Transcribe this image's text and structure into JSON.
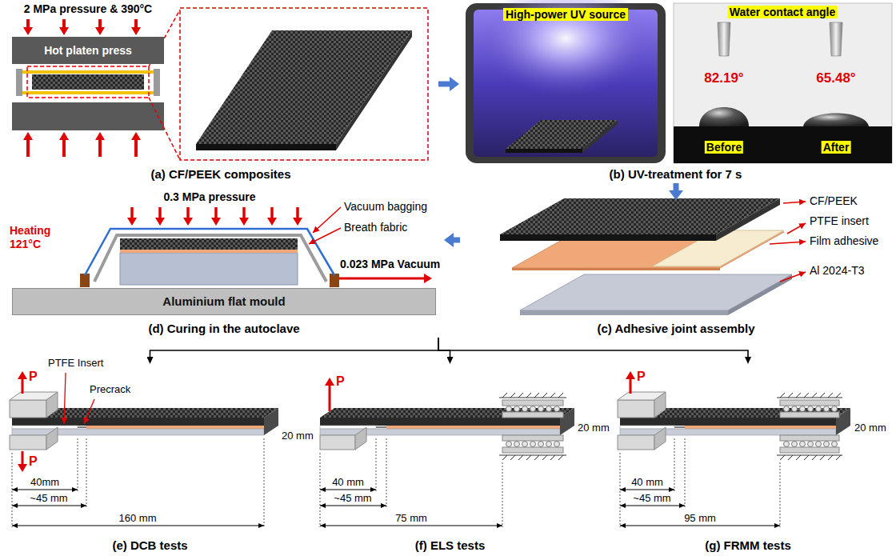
{
  "diagram": {
    "nodes": [
      {
        "text": [
          "(a) CF/PEEK composites"
        ]
      },
      {
        "text": [
          "Hot platen press"
        ],
        "in": 0
      },
      {
        "text": [
          "(b) UV-treatment for 7 s"
        ]
      },
      {
        "text": [
          "High-power UV source"
        ],
        "in": 2
      },
      {
        "text": [
          "(c) Adhesive joint assembly"
        ]
      },
      {
        "text": [
          "(d) Curing in the autoclave"
        ]
      },
      {
        "text": [
          "Aluminium flat mould"
        ],
        "in": 5
      },
      {
        "text": [
          "(e) DCB tests"
        ]
      },
      {
        "text": [
          "(f) ELS tests"
        ]
      },
      {
        "text": [
          "(g) FRMM tests"
        ]
      }
    ],
    "edges": [
      {
        "from": 0,
        "to": 2,
        "arrow": "to"
      },
      {
        "from": 2,
        "to": 4,
        "arrow": "to"
      },
      {
        "from": 4,
        "to": 5,
        "arrow": "to"
      },
      {
        "from": 5,
        "to": 7,
        "arrow": "to"
      },
      {
        "from": 5,
        "to": 8,
        "arrow": "to"
      },
      {
        "from": 5,
        "to": 9,
        "arrow": "to"
      }
    ],
    "labels": [
      "2 MPa pressure & 390°C",
      "Water contact angle",
      "82.19°",
      "65.48°",
      "Before",
      "After",
      "CF/PEEK",
      "PTFE insert",
      "Film adhesive",
      "Al 2024-T3",
      "0.3 MPa pressure",
      "Vacuum bagging",
      "Breath fabric",
      "Heating",
      "121°C",
      "0.023 MPa Vacuum",
      "PTFE Insert",
      "Precrack",
      "P",
      "P",
      "40mm",
      "~45 mm",
      "160 mm",
      "20 mm",
      "P",
      "40 mm",
      "~45 mm",
      "75 mm",
      "20 mm",
      "P",
      "40 mm",
      "~45 mm",
      "95 mm",
      "20 mm"
    ]
  }
}
